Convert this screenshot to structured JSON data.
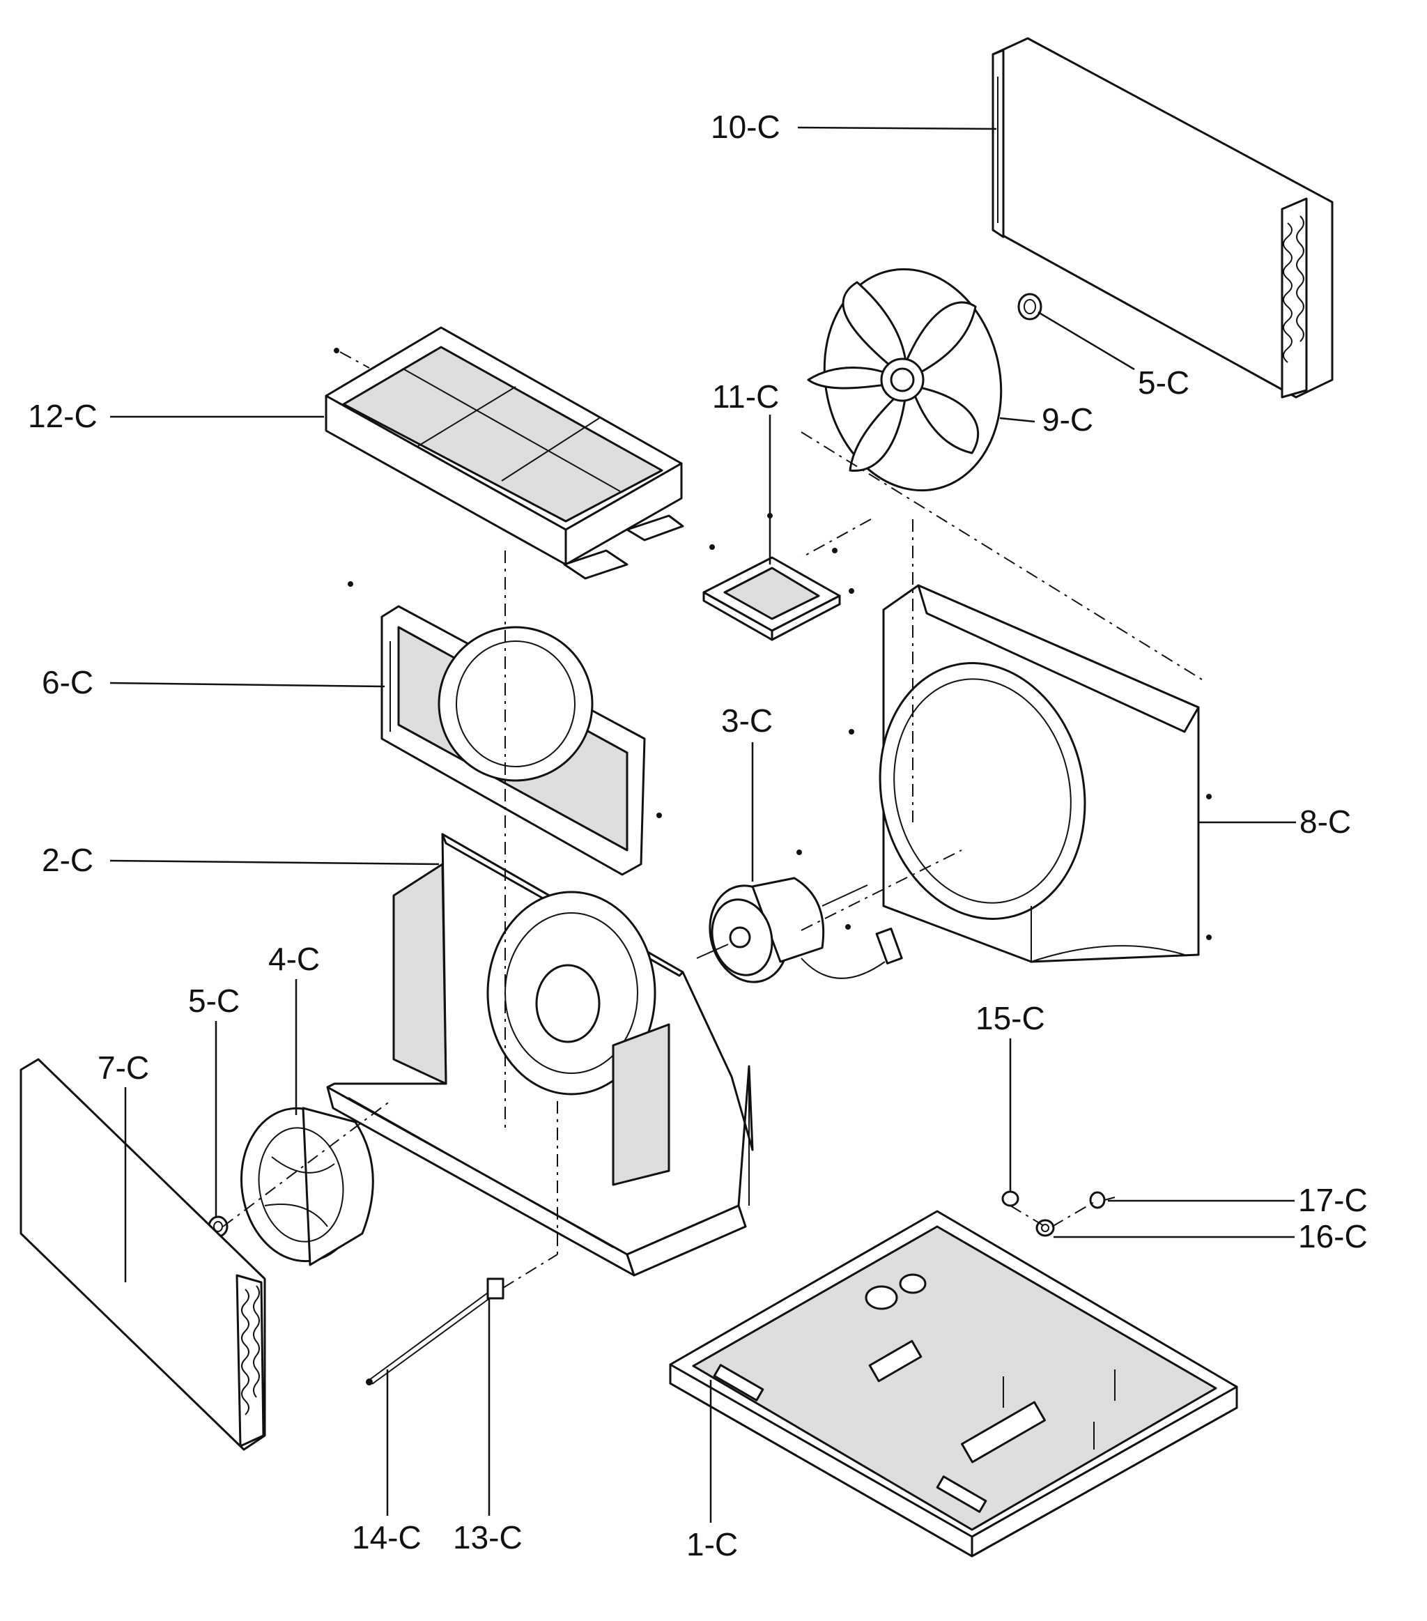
{
  "callouts": {
    "c1": "1-C",
    "c2": "2-C",
    "c3": "3-C",
    "c4": "4-C",
    "c5a": "5-C",
    "c5b": "5-C",
    "c6": "6-C",
    "c7": "7-C",
    "c8": "8-C",
    "c9": "9-C",
    "c10": "10-C",
    "c11": "11-C",
    "c12": "12-C",
    "c13": "13-C",
    "c14": "14-C",
    "c15": "15-C",
    "c16": "16-C",
    "c17": "17-C"
  }
}
